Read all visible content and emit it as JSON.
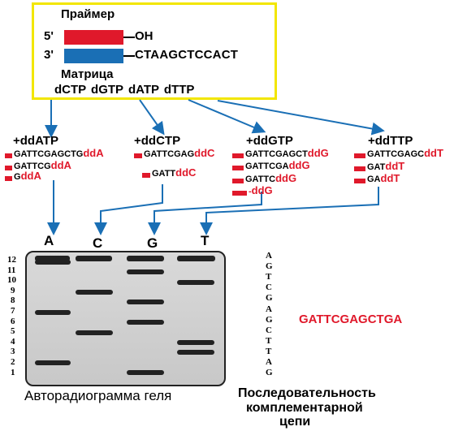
{
  "box": {
    "primer_label": "Праймер",
    "five_prime": "5'",
    "oh_label": "OH",
    "three_prime": "3'",
    "template_seq": "CTAAGCTCCACT",
    "template_label": "Матрица",
    "dntps": "dCTP dGTP dATP dTTP",
    "primer_color": "#e0192b",
    "template_color": "#1a6fb5",
    "frame_color": "#f2e600"
  },
  "reactions": [
    {
      "title": "+ddATP",
      "fragments": [
        [
          "GATTCGAGCTG",
          "ddA"
        ],
        [
          "GATTCG",
          "ddA"
        ],
        [
          "G",
          "ddA"
        ]
      ]
    },
    {
      "title": "+ddCTP",
      "fragments": [
        [
          "GATTCGAG",
          "ddC"
        ],
        [
          "GATT",
          "ddC"
        ]
      ]
    },
    {
      "title": "+ddGTP",
      "fragments": [
        [
          "GATTCGAGCT",
          "ddG"
        ],
        [
          "GATTCGA",
          "ddG"
        ],
        [
          "GATTC",
          "ddG"
        ],
        [
          "",
          "ddG"
        ]
      ]
    },
    {
      "title": "+ddTTP",
      "fragments": [
        [
          "GATTCGAGC",
          "ddT"
        ],
        [
          "GAT",
          "ddT"
        ],
        [
          "GA",
          "ddT"
        ]
      ]
    }
  ],
  "lanes": [
    "A",
    "C",
    "G",
    "T"
  ],
  "size_markers": [
    "12",
    "11",
    "10",
    "9",
    "8",
    "7",
    "6",
    "5",
    "4",
    "3",
    "2",
    "1"
  ],
  "read_sequence": [
    "A",
    "G",
    "T",
    "C",
    "G",
    "A",
    "G",
    "C",
    "T",
    "T",
    "A",
    "G"
  ],
  "result_sequence": "GATTCGAGCTGA",
  "gel_caption": "Авторадиограмма геля",
  "seq_caption_lines": [
    "Последовательность",
    "комплементарной",
    "цепи"
  ],
  "arrow_color": "#1a6fb5",
  "accent_red": "#e0192b"
}
